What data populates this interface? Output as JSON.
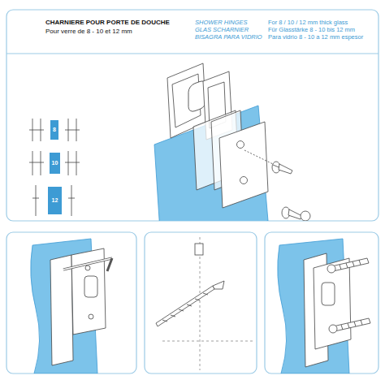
{
  "diagram": {
    "title": "CHARNIERE POUR PORTE DE DOUCHE",
    "labels": [
      "Pour verre de 8 - 10 et 12 mm",
      "SHOWER HINGES",
      "GLAS SCHARNIER",
      "BISAGRA PARA VIDRIO",
      "For 8 / 10 / 12 mm thick glass",
      "Für Glasstärke 8 - 10 bis 12 mm",
      "Para vidrio 8 - 10 a 12 mm espesor",
      "8",
      "10",
      "12"
    ]
  }
}
